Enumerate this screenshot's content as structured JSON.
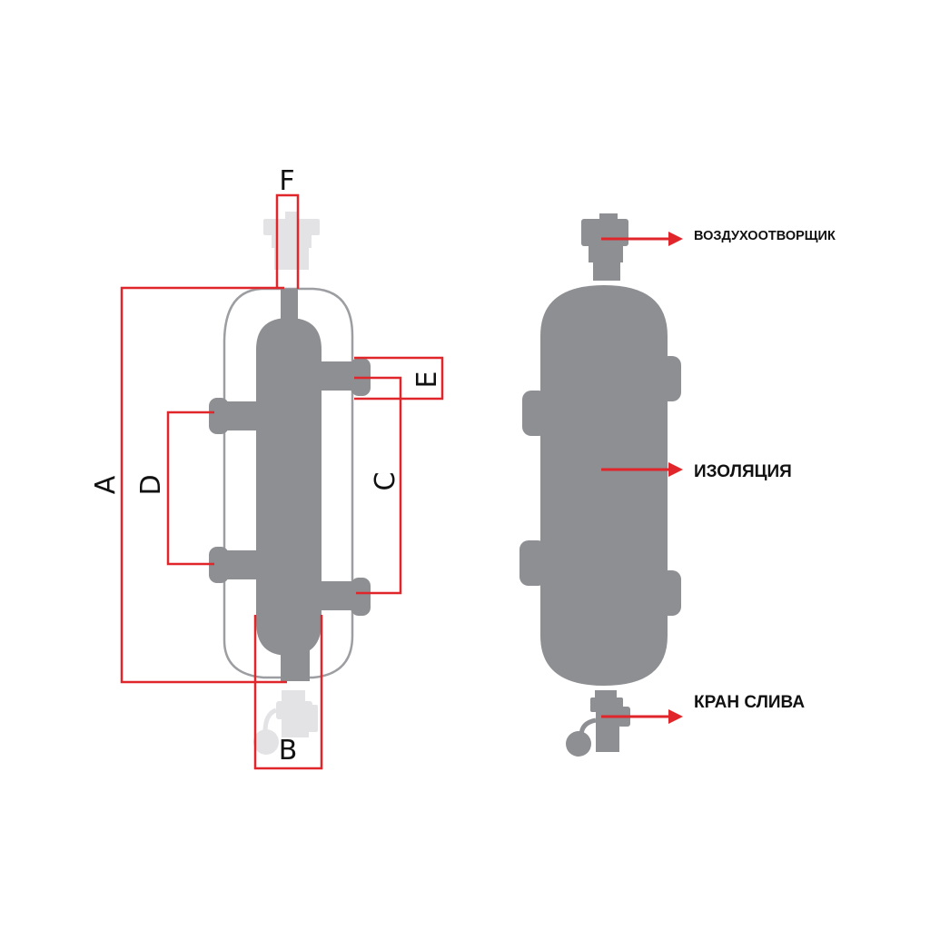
{
  "dimension_labels": {
    "a": "A",
    "b": "B",
    "c": "C",
    "d": "D",
    "e": "E",
    "f": "F"
  },
  "callouts": {
    "air_vent": "ВОЗДУХООТВОРЩИК",
    "insulation": "ИЗОЛЯЦИЯ",
    "drain_valve": "КРАН СЛИВА"
  },
  "colors": {
    "body": "#8e8f93",
    "light_part": "#e3e3e5",
    "dimension_line": "#e0262b",
    "arrow": "#e0262b",
    "text": "#111111"
  }
}
